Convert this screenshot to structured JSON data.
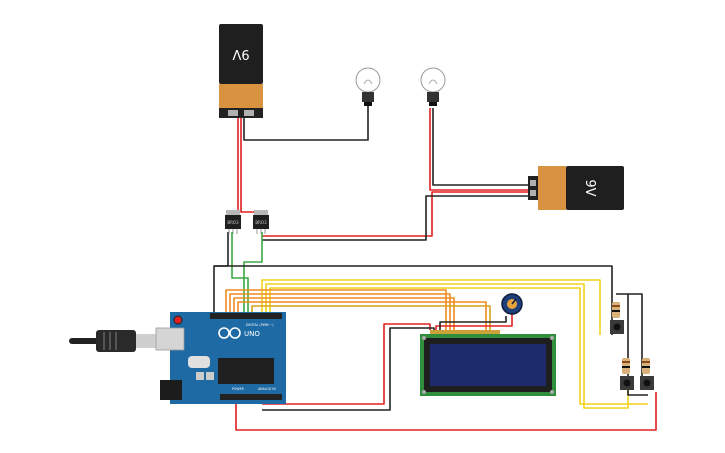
{
  "battery_top": {
    "label": "9V"
  },
  "battery_right": {
    "label": "9V"
  },
  "transistor_left": {
    "label": "BRO3"
  },
  "transistor_right": {
    "label": "BRO3"
  },
  "arduino": {
    "brand": "UNO",
    "digital_label": "DIGITAL (PWM ~)",
    "power_label": "POWER",
    "analog_label": "ANALOG IN"
  },
  "colors": {
    "board": "#1d6aa5",
    "battery_body": "#1f1f1f",
    "battery_cap": "#d9923f",
    "wire_red": "#e02020",
    "wire_black": "#222222",
    "wire_green": "#3aa845",
    "wire_yellow": "#f2d21a",
    "wire_orange": "#f08a1e",
    "lcd_board": "#2f8f3c",
    "lcd_screen": "#1d2a6b"
  }
}
